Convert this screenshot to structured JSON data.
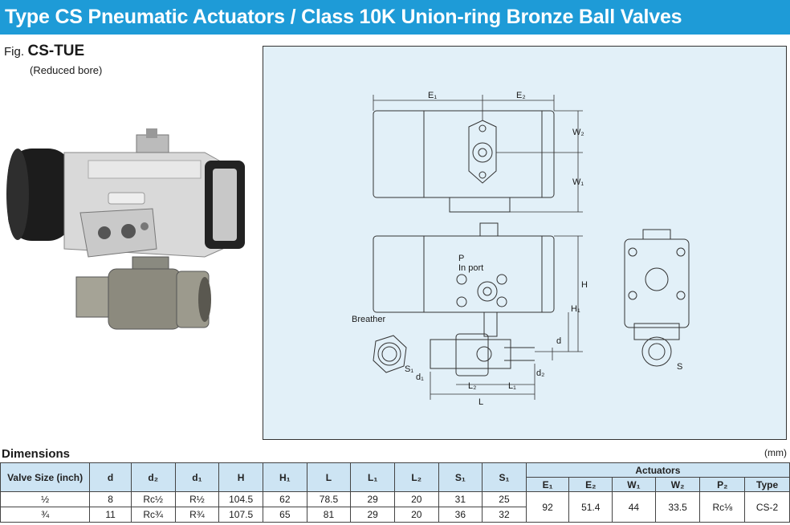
{
  "header": {
    "title": "Type CS Pneumatic Actuators / Class 10K Union-ring Bronze Ball Valves"
  },
  "figure": {
    "prefix": "Fig.",
    "name": "CS-TUE",
    "subtitle": "(Reduced bore)"
  },
  "drawing": {
    "labels": {
      "e1": "E₁",
      "e2": "E₂",
      "w1": "W₁",
      "w2": "W₂",
      "p_in_port": "In port",
      "p": "P",
      "h": "H",
      "h1": "H₁",
      "breather": "Breather",
      "d": "d",
      "d1": "d₁",
      "d2": "d₂",
      "s1": "S₁",
      "s": "S",
      "l": "L",
      "l1": "L₁",
      "l2": "L₂"
    }
  },
  "dimensions": {
    "title": "Dimensions",
    "unit": "(mm)",
    "headers": {
      "valve_size": "Valve Size (inch)",
      "d": "d",
      "d2": "d₂",
      "d1": "d₁",
      "H": "H",
      "H1": "H₁",
      "L": "L",
      "L1": "L₁",
      "L2": "L₂",
      "S1a": "S₁",
      "S1b": "S₁",
      "actuators": "Actuators",
      "E1": "E₁",
      "E2": "E₂",
      "W1": "W₁",
      "W2": "W₂",
      "P2": "P₂",
      "Type": "Type"
    },
    "rows": [
      {
        "size": "½",
        "d": "8",
        "d2": "Rc½",
        "d1": "R½",
        "H": "104.5",
        "H1": "62",
        "L": "78.5",
        "L1": "29",
        "L2": "20",
        "S1a": "31",
        "S1b": "25"
      },
      {
        "size": "¾",
        "d": "11",
        "d2": "Rc¾",
        "d1": "R¾",
        "H": "107.5",
        "H1": "65",
        "L": "81",
        "L1": "29",
        "L2": "20",
        "S1a": "36",
        "S1b": "32"
      }
    ],
    "actuator": {
      "E1": "92",
      "E2": "51.4",
      "W1": "44",
      "W2": "33.5",
      "P2": "Rc⅛",
      "Type": "CS-2"
    }
  }
}
